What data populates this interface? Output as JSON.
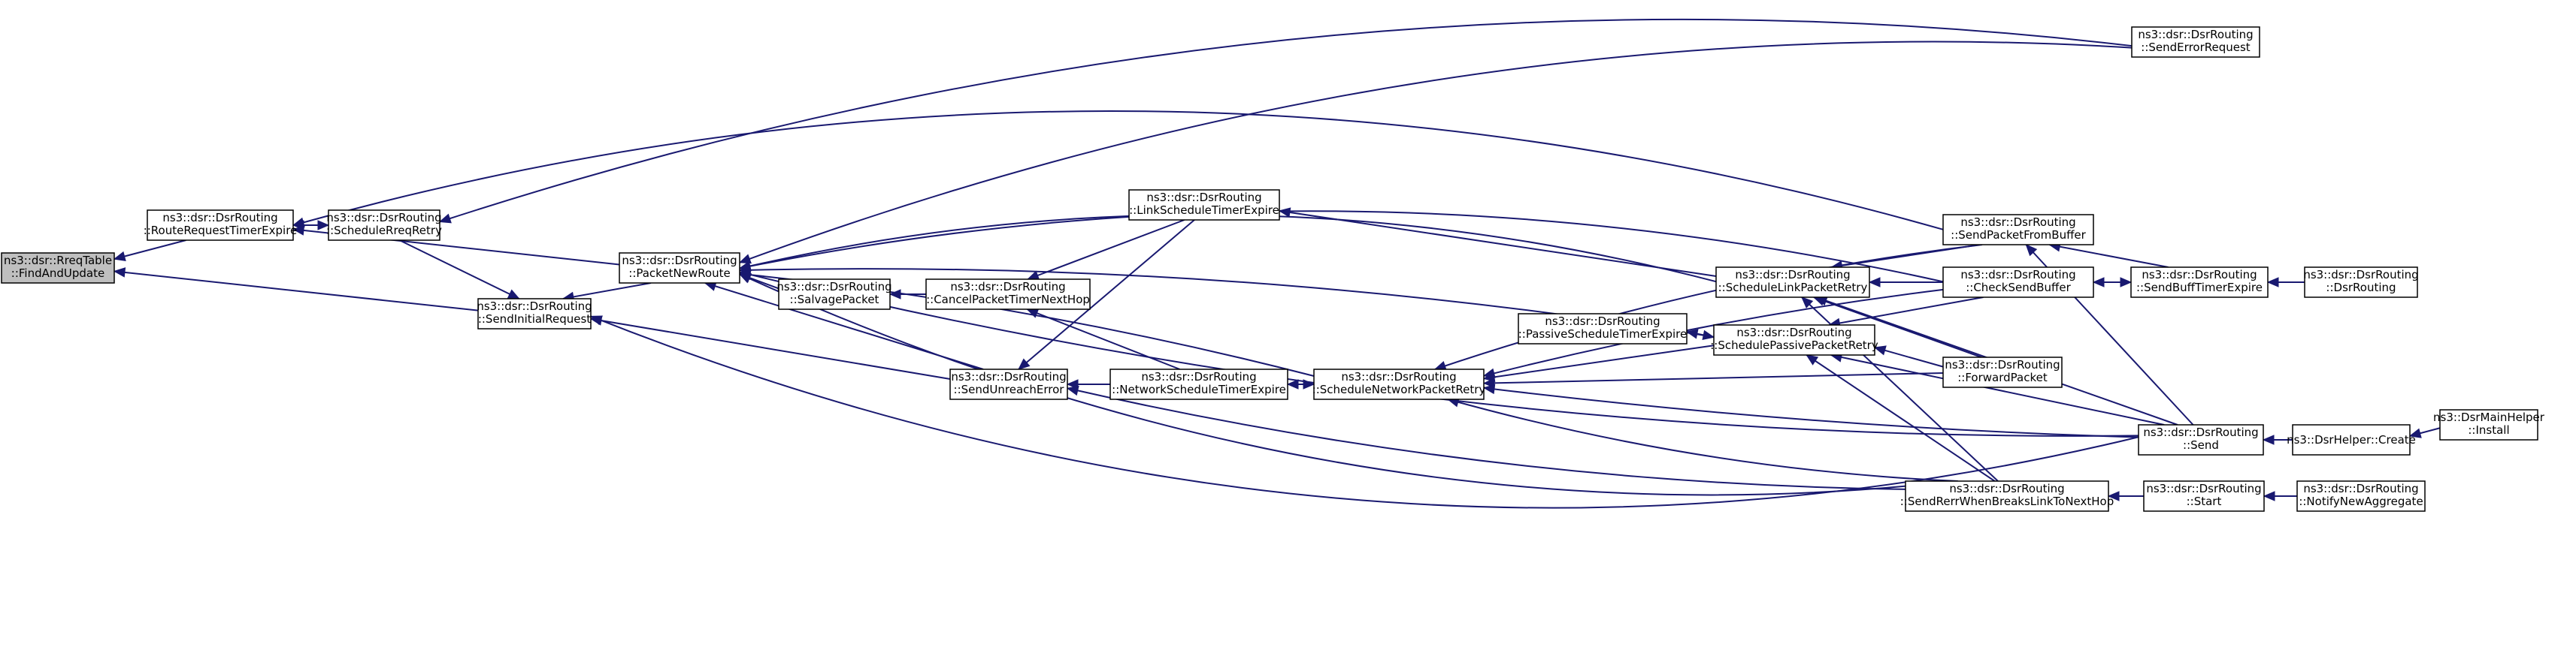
{
  "graph": {
    "type": "caller-graph",
    "colors": {
      "edge": "#191970",
      "node_border": "#000000",
      "root_fill": "#bfbfbf",
      "node_fill": "#ffffff"
    },
    "nodes": [
      {
        "id": "n0",
        "lines": [
          "ns3::dsr::RreqTable",
          "::FindAndUpdate"
        ],
        "root": true
      },
      {
        "id": "n1",
        "lines": [
          "ns3::dsr::DsrRouting",
          "::RouteRequestTimerExpire"
        ]
      },
      {
        "id": "n2",
        "lines": [
          "ns3::dsr::DsrRouting",
          "::ScheduleRreqRetry"
        ]
      },
      {
        "id": "n3",
        "lines": [
          "ns3::dsr::DsrRouting",
          "::SendInitialRequest"
        ]
      },
      {
        "id": "n4",
        "lines": [
          "ns3::dsr::DsrRouting",
          "::PacketNewRoute"
        ]
      },
      {
        "id": "n5",
        "lines": [
          "ns3::dsr::DsrRouting",
          "::SalvagePacket"
        ]
      },
      {
        "id": "n6",
        "lines": [
          "ns3::dsr::DsrRouting",
          "::CancelPacketTimerNextHop"
        ]
      },
      {
        "id": "n7",
        "lines": [
          "ns3::dsr::DsrRouting",
          "::LinkScheduleTimerExpire"
        ]
      },
      {
        "id": "n8",
        "lines": [
          "ns3::dsr::DsrRouting",
          "::SendUnreachError"
        ]
      },
      {
        "id": "n9",
        "lines": [
          "ns3::dsr::DsrRouting",
          "::NetworkScheduleTimerExpire"
        ]
      },
      {
        "id": "n10",
        "lines": [
          "ns3::dsr::DsrRouting",
          "::ScheduleNetworkPacketRetry"
        ]
      },
      {
        "id": "n11",
        "lines": [
          "ns3::dsr::DsrRouting",
          "::PassiveScheduleTimerExpire"
        ]
      },
      {
        "id": "n12",
        "lines": [
          "ns3::dsr::DsrRouting",
          "::ScheduleLinkPacketRetry"
        ]
      },
      {
        "id": "n13",
        "lines": [
          "ns3::dsr::DsrRouting",
          "::SchedulePassivePacketRetry"
        ]
      },
      {
        "id": "n14",
        "lines": [
          "ns3::dsr::DsrRouting",
          "::SendErrorRequest"
        ]
      },
      {
        "id": "n15",
        "lines": [
          "ns3::dsr::DsrRouting",
          "::SendPacketFromBuffer"
        ]
      },
      {
        "id": "n16",
        "lines": [
          "ns3::dsr::DsrRouting",
          "::CheckSendBuffer"
        ]
      },
      {
        "id": "n17",
        "lines": [
          "ns3::dsr::DsrRouting",
          "::ForwardPacket"
        ]
      },
      {
        "id": "n18",
        "lines": [
          "ns3::dsr::DsrRouting",
          "::Send"
        ]
      },
      {
        "id": "n19",
        "lines": [
          "ns3::dsr::DsrRouting",
          "::SendRerrWhenBreaksLinkToNextHop"
        ]
      },
      {
        "id": "n20",
        "lines": [
          "ns3::dsr::DsrRouting",
          "::SendBuffTimerExpire"
        ]
      },
      {
        "id": "n21",
        "lines": [
          "ns3::dsr::DsrRouting",
          "::DsrRouting"
        ]
      },
      {
        "id": "n22",
        "lines": [
          "ns3::DsrHelper::Create"
        ]
      },
      {
        "id": "n23",
        "lines": [
          "ns3::DsrMainHelper",
          "::Install"
        ]
      },
      {
        "id": "n24",
        "lines": [
          "ns3::dsr::DsrRouting",
          "::Start"
        ]
      },
      {
        "id": "n25",
        "lines": [
          "ns3::dsr::DsrRouting",
          "::NotifyNewAggregate"
        ]
      }
    ],
    "edges": [
      {
        "from": "n1",
        "to": "n0"
      },
      {
        "from": "n3",
        "to": "n0"
      },
      {
        "from": "n2",
        "to": "n1"
      },
      {
        "from": "n1",
        "to": "n2"
      },
      {
        "from": "n15",
        "to": "n1"
      },
      {
        "from": "n14",
        "to": "n2"
      },
      {
        "from": "n4",
        "to": "n1"
      },
      {
        "from": "n2",
        "to": "n3"
      },
      {
        "from": "n4",
        "to": "n3"
      },
      {
        "from": "n8",
        "to": "n3"
      },
      {
        "from": "n18",
        "to": "n3"
      },
      {
        "from": "n5",
        "to": "n4"
      },
      {
        "from": "n8",
        "to": "n4"
      },
      {
        "from": "n10",
        "to": "n4"
      },
      {
        "from": "n12",
        "to": "n4"
      },
      {
        "from": "n13",
        "to": "n4"
      },
      {
        "from": "n16",
        "to": "n4"
      },
      {
        "from": "n14",
        "to": "n4"
      },
      {
        "from": "n18",
        "to": "n4"
      },
      {
        "from": "n19",
        "to": "n4"
      },
      {
        "from": "n6",
        "to": "n5"
      },
      {
        "from": "n7",
        "to": "n6"
      },
      {
        "from": "n9",
        "to": "n6"
      },
      {
        "from": "n12",
        "to": "n7"
      },
      {
        "from": "n7",
        "to": "n8"
      },
      {
        "from": "n9",
        "to": "n8"
      },
      {
        "from": "n19",
        "to": "n8"
      },
      {
        "from": "n10",
        "to": "n9"
      },
      {
        "from": "n9",
        "to": "n10"
      },
      {
        "from": "n13",
        "to": "n10"
      },
      {
        "from": "n15",
        "to": "n10"
      },
      {
        "from": "n16",
        "to": "n10"
      },
      {
        "from": "n17",
        "to": "n10"
      },
      {
        "from": "n18",
        "to": "n10"
      },
      {
        "from": "n19",
        "to": "n10"
      },
      {
        "from": "n13",
        "to": "n11"
      },
      {
        "from": "n11",
        "to": "n13"
      },
      {
        "from": "n15",
        "to": "n12"
      },
      {
        "from": "n16",
        "to": "n12"
      },
      {
        "from": "n17",
        "to": "n12"
      },
      {
        "from": "n18",
        "to": "n12"
      },
      {
        "from": "n19",
        "to": "n12"
      },
      {
        "from": "n16",
        "to": "n13"
      },
      {
        "from": "n17",
        "to": "n13"
      },
      {
        "from": "n18",
        "to": "n13"
      },
      {
        "from": "n19",
        "to": "n13"
      },
      {
        "from": "n20",
        "to": "n15"
      },
      {
        "from": "n20",
        "to": "n16"
      },
      {
        "from": "n16",
        "to": "n20"
      },
      {
        "from": "n21",
        "to": "n20"
      },
      {
        "from": "n22",
        "to": "n18"
      },
      {
        "from": "n23",
        "to": "n22"
      },
      {
        "from": "n24",
        "to": "n19"
      },
      {
        "from": "n25",
        "to": "n24"
      },
      {
        "from": "n18",
        "to": "n15"
      }
    ]
  }
}
